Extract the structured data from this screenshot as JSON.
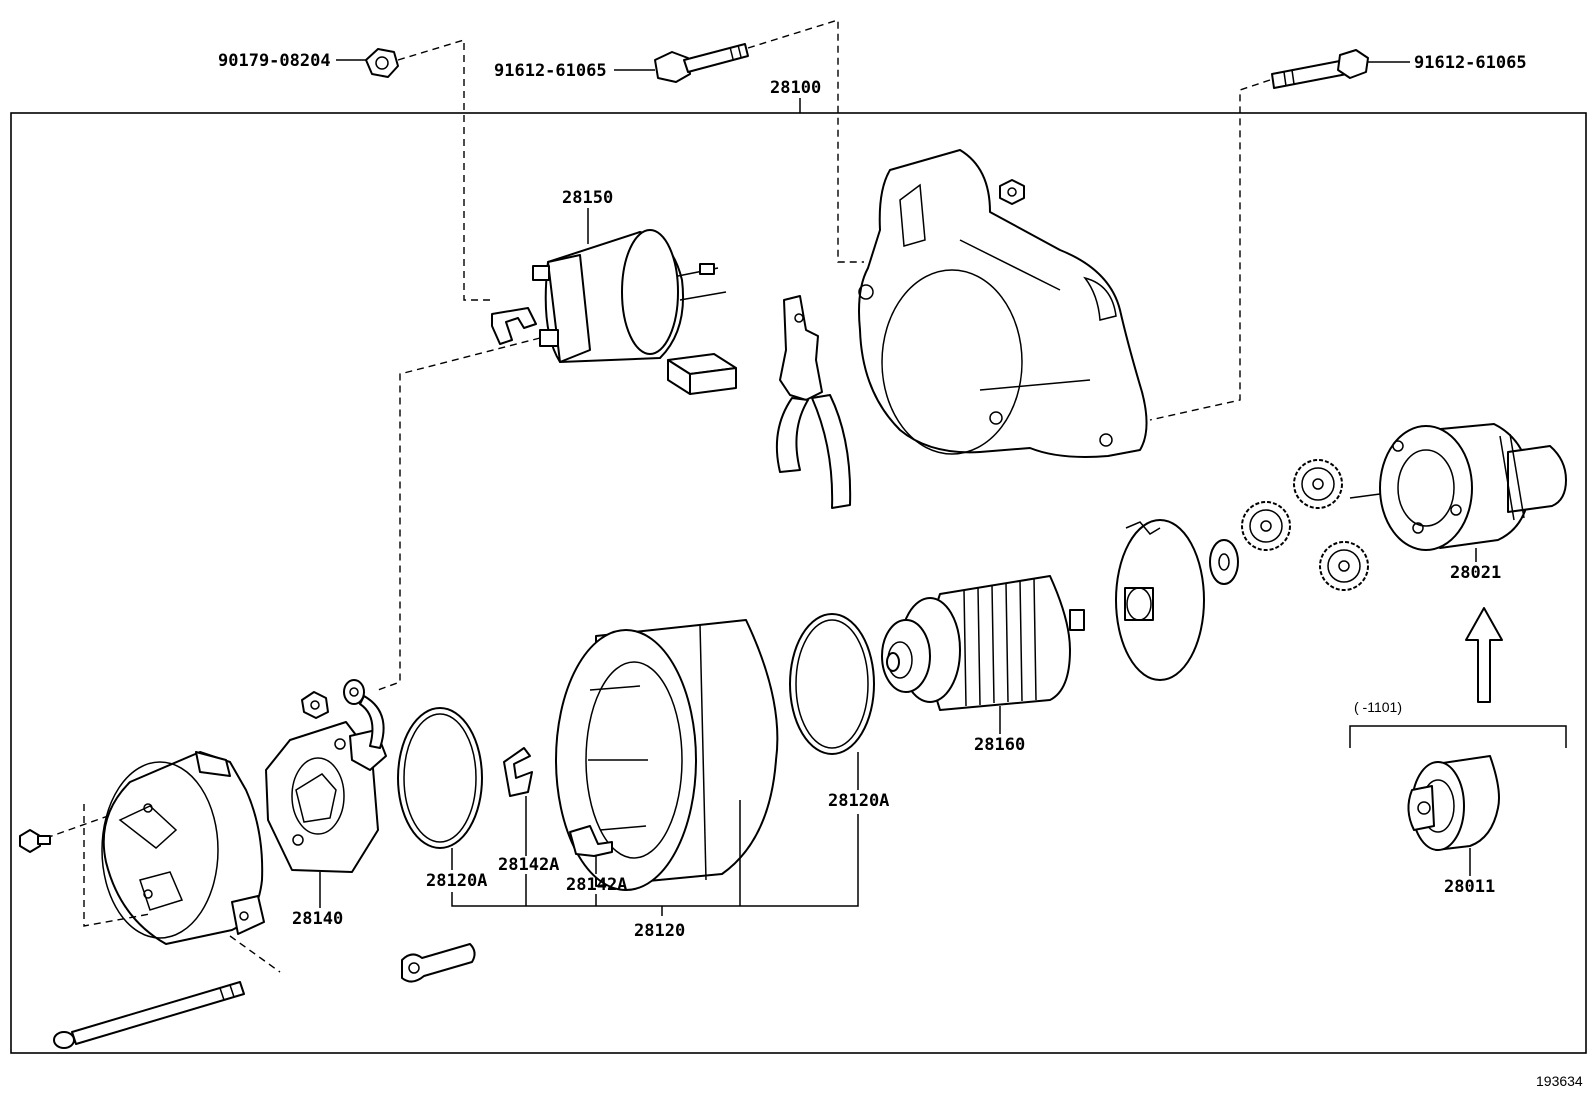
{
  "diagram_id": "193634",
  "labels": {
    "nut_top_left": "90179-08204",
    "bolt_top_mid": "91612-61065",
    "bolt_top_right": "91612-61065",
    "starter_assy": "28100",
    "solenoid": "28150",
    "clutch_assy": "28021",
    "armature": "28160",
    "yoke_assy": "28120",
    "yoke_oring_left": "28120A",
    "yoke_oring_right": "28120A",
    "brush_clip_1": "28142A",
    "brush_clip_2": "28142A",
    "brush_holder": "28140",
    "pinion_gear": "28011",
    "range_note": "(       -1101)"
  }
}
